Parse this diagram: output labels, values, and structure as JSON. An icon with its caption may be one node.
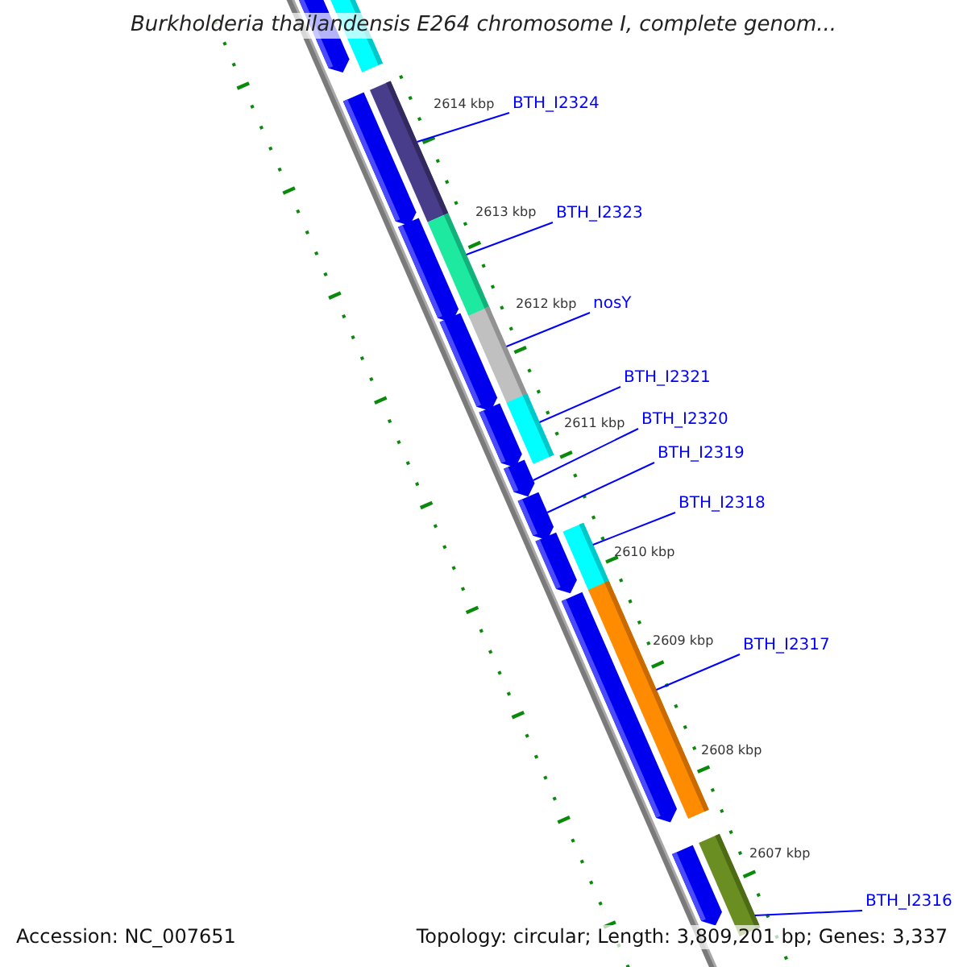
{
  "diagram": {
    "title": "Burkholderia thailandensis E264 chromosome I, complete genom...",
    "nodes": [
      {
        "text": [
          "BTH_I2324"
        ]
      },
      {
        "text": [
          "BTH_I2323"
        ]
      },
      {
        "text": [
          "nosY"
        ]
      },
      {
        "text": [
          "BTH_I2321"
        ]
      },
      {
        "text": [
          "BTH_I2320"
        ]
      },
      {
        "text": [
          "BTH_I2319"
        ]
      },
      {
        "text": [
          "BTH_I2318"
        ]
      },
      {
        "text": [
          "BTH_I2317"
        ]
      },
      {
        "text": [
          "BTH_I2316"
        ]
      },
      {
        "text": [],
        "shape": "pentagon"
      },
      {
        "text": [],
        "shape": "bar"
      },
      {
        "text": [],
        "shape": "bar"
      },
      {
        "text": [],
        "shape": "pentagon"
      },
      {
        "text": [],
        "shape": "bar"
      },
      {
        "text": [],
        "shape": "pentagon"
      },
      {
        "text": [],
        "shape": "bar"
      },
      {
        "text": [],
        "shape": "pentagon"
      },
      {
        "text": [],
        "shape": "bar"
      },
      {
        "text": [],
        "shape": "pentagon"
      },
      {
        "text": [],
        "shape": "pentagon"
      },
      {
        "text": [],
        "shape": "pentagon"
      },
      {
        "text": [],
        "shape": "bar"
      },
      {
        "text": [],
        "shape": "pentagon"
      },
      {
        "text": [],
        "shape": "bar"
      },
      {
        "text": [],
        "shape": "pentagon"
      },
      {
        "text": [],
        "shape": "bar"
      },
      {
        "text": [],
        "shape": "pentagon"
      }
    ],
    "edges": [
      {
        "from": 0,
        "to": 11,
        "arrow": "none"
      },
      {
        "from": 1,
        "to": 13,
        "arrow": "none"
      },
      {
        "from": 2,
        "to": 15,
        "arrow": "none"
      },
      {
        "from": 3,
        "to": 17,
        "arrow": "none"
      },
      {
        "from": 4,
        "to": 19,
        "arrow": "none"
      },
      {
        "from": 5,
        "to": 20,
        "arrow": "none"
      },
      {
        "from": 6,
        "to": 21,
        "arrow": "none"
      },
      {
        "from": 7,
        "to": 23,
        "arrow": "none"
      },
      {
        "from": 8,
        "to": 25,
        "arrow": "none"
      }
    ],
    "labels": [
      "2614 kbp",
      "2613 kbp",
      "2612 kbp",
      "2611 kbp",
      "2610 kbp",
      "2609 kbp",
      "2608 kbp",
      "2607 kbp",
      "Accession: NC_007651",
      "Topology: circular; Length: 3,809,201 bp; Genes: 3,337"
    ]
  }
}
